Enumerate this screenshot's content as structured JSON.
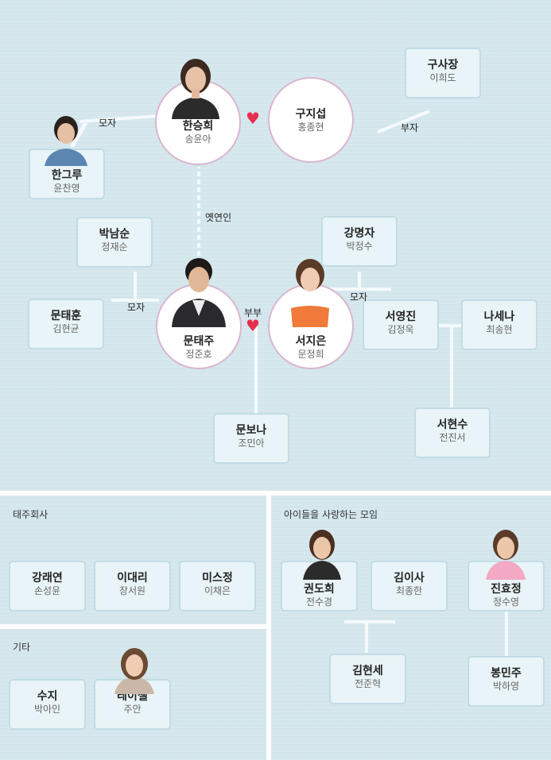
{
  "main": {
    "characters": {
      "gusajang": {
        "name": "구사장",
        "actor": "이희도"
      },
      "haneungi": {
        "name": "한승희",
        "actor": "송윤아"
      },
      "gujiseob": {
        "name": "구지섭",
        "actor": "홍종현"
      },
      "hangeuru": {
        "name": "한그루",
        "actor": "윤찬영"
      },
      "parknamsun": {
        "name": "박남순",
        "actor": "정재순"
      },
      "gangmyeongja": {
        "name": "강명자",
        "actor": "박정수"
      },
      "muntaehun": {
        "name": "문태훈",
        "actor": "김현균"
      },
      "muntaeju": {
        "name": "문태주",
        "actor": "정준호"
      },
      "seojieun": {
        "name": "서지은",
        "actor": "문정희"
      },
      "seoyoungjin": {
        "name": "서영진",
        "actor": "김정욱"
      },
      "nasena": {
        "name": "나세나",
        "actor": "최송현"
      },
      "munbona": {
        "name": "문보나",
        "actor": "조민아"
      },
      "seohyunsu": {
        "name": "서현수",
        "actor": "전진서"
      }
    },
    "relations": {
      "moja_top": "모자",
      "buja": "부자",
      "yetyeonin": "옛연인",
      "moja_left": "모자",
      "bubu": "부부",
      "moja_right": "모자"
    }
  },
  "taeju": {
    "title": "태주회사",
    "members": [
      {
        "name": "강래연",
        "actor": "손성윤"
      },
      {
        "name": "이대리",
        "actor": "장서원"
      },
      {
        "name": "미스정",
        "actor": "이채은"
      }
    ]
  },
  "others": {
    "title": "기타",
    "members": [
      {
        "name": "수지",
        "actor": "박아인"
      },
      {
        "name": "레이첼",
        "actor": "주안"
      }
    ]
  },
  "club": {
    "title": "아이들을 사랑하는 모임",
    "members": [
      {
        "name": "권도희",
        "actor": "전수경"
      },
      {
        "name": "김이사",
        "actor": "최종한"
      },
      {
        "name": "진효정",
        "actor": "정수영"
      },
      {
        "name": "김현세",
        "actor": "전준혁"
      },
      {
        "name": "봉민주",
        "actor": "박하영"
      }
    ]
  },
  "colors": {
    "panel": "#d3e6ec",
    "heart": "#e62e4d",
    "circle_border": "#d9b6cf",
    "box_border": "#c2dce4"
  }
}
